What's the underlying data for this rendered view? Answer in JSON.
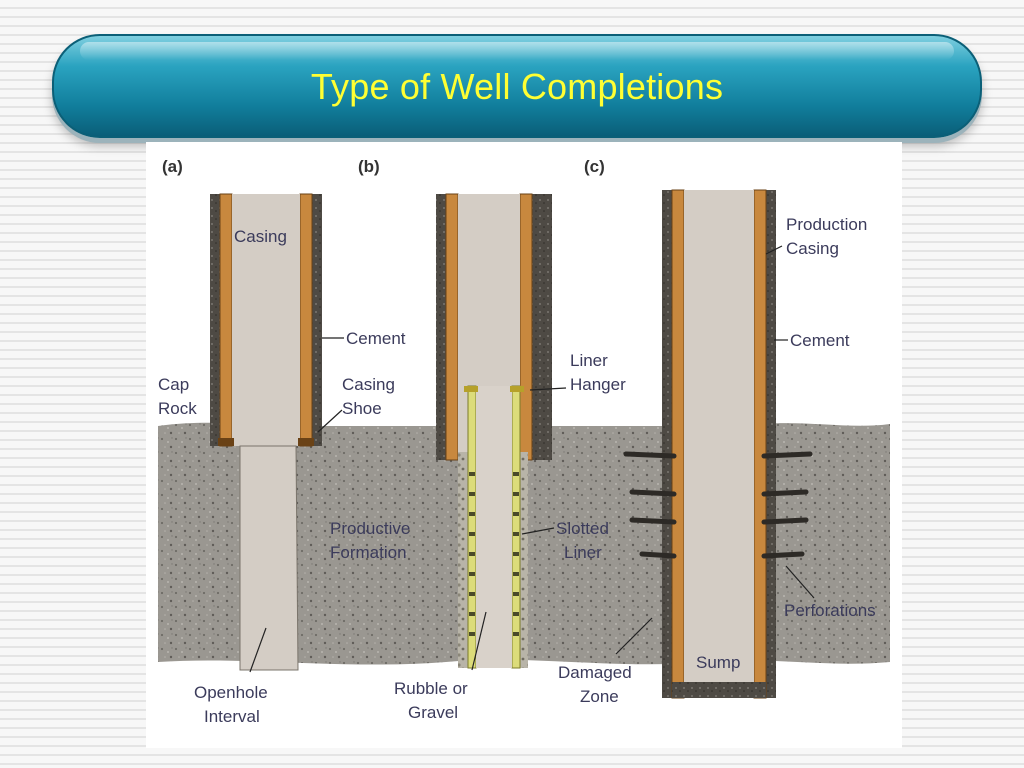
{
  "slide": {
    "title": "Type of Well Completions"
  },
  "diagram": {
    "panels": [
      {
        "letter": "(a)"
      },
      {
        "letter": "(b)"
      },
      {
        "letter": "(c)"
      }
    ],
    "labels": {
      "casing": "Casing",
      "cement_a": "Cement",
      "cap": "Cap",
      "rock": "Rock",
      "casing_shoe_1": "Casing",
      "casing_shoe_2": "Shoe",
      "productive_1": "Productive",
      "productive_2": "Formation",
      "openhole_1": "Openhole",
      "openhole_2": "Interval",
      "liner_hanger_1": "Liner",
      "liner_hanger_2": "Hanger",
      "slotted_1": "Slotted",
      "slotted_2": "Liner",
      "rubble_1": "Rubble or",
      "rubble_2": "Gravel",
      "production_casing_1": "Production",
      "production_casing_2": "Casing",
      "cement_c": "Cement",
      "perforations": "Perforations",
      "sump": "Sump",
      "damaged_1": "Damaged",
      "damaged_2": "Zone"
    }
  }
}
